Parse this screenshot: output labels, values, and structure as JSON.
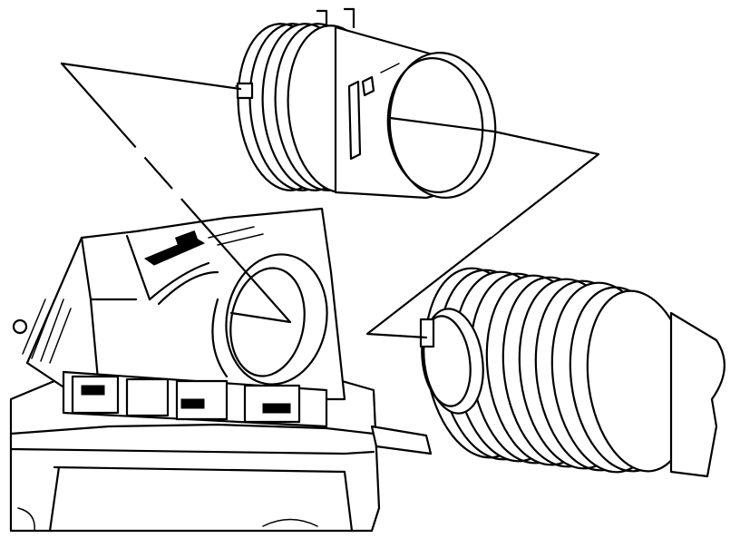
{
  "figure": {
    "type": "exploded-assembly-illustration",
    "parts": [
      {
        "name": "air-cleaner-housing",
        "shown": true
      },
      {
        "name": "outlet-duct-coupler",
        "shown": true
      },
      {
        "name": "corrugated-intake-duct",
        "shown": true
      }
    ],
    "colors": {
      "line": "#000000",
      "background": "#ffffff"
    }
  }
}
